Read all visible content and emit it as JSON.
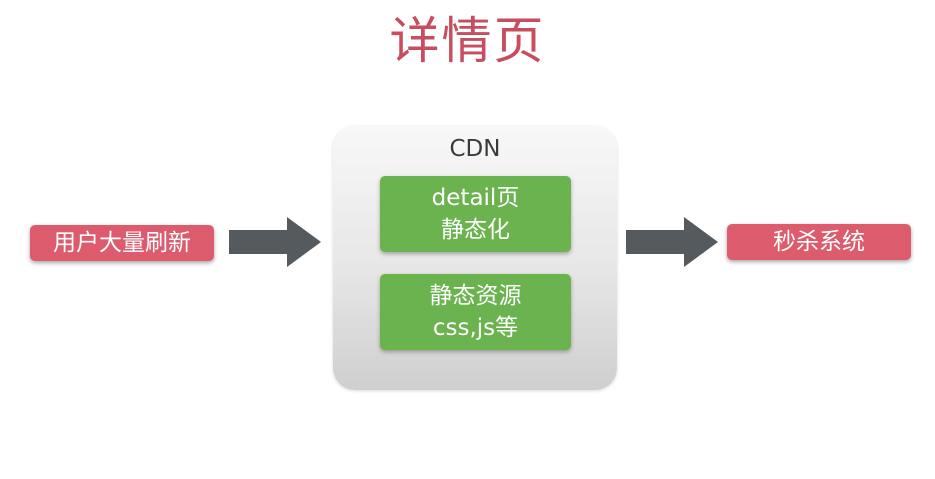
{
  "title": "详情页",
  "left_box": {
    "label": "用户大量刷新"
  },
  "right_box": {
    "label": "秒杀系统"
  },
  "cdn": {
    "label": "CDN",
    "blocks": [
      {
        "line1": "detail页",
        "line2": "静态化"
      },
      {
        "line1": "静态资源",
        "line2": "css,js等"
      }
    ]
  },
  "colors": {
    "title": "#c84d5e",
    "red_box": "#dc5b6d",
    "green_box": "#6ab34e",
    "arrow": "#555a5e"
  }
}
